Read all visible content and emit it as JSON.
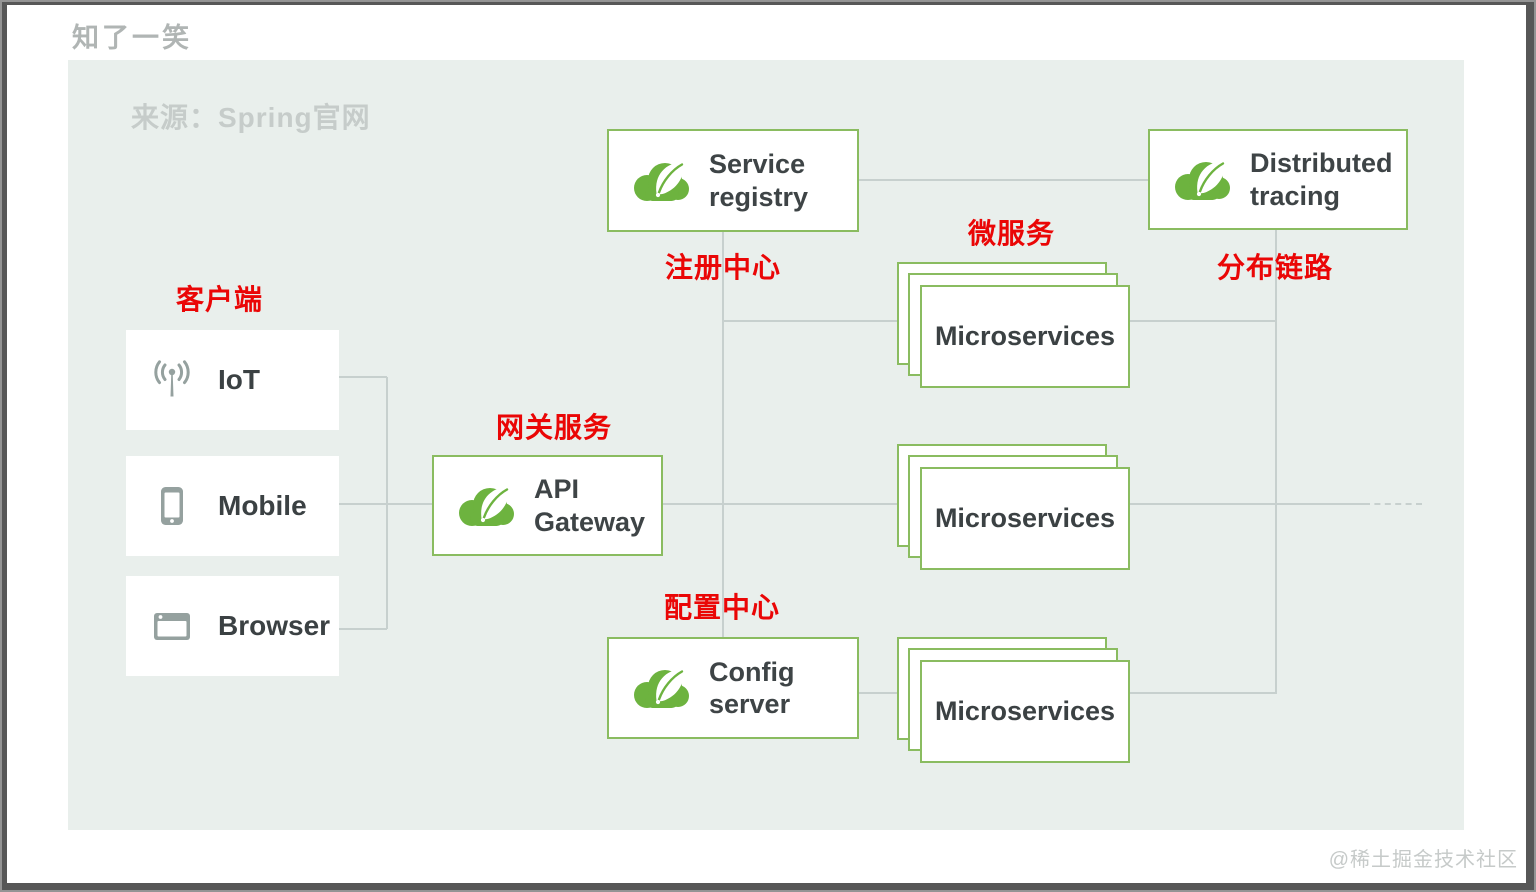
{
  "frame": {
    "top_watermark": "知了一笑",
    "source_caption": "来源：Spring官网",
    "bottom_watermark": "@稀土掘金技术社区"
  },
  "red_labels": {
    "client": "客户端",
    "gateway": "网关服务",
    "registry": "注册中心",
    "microservice": "微服务",
    "tracing": "分布链路",
    "config": "配置中心"
  },
  "clients": [
    {
      "label": "IoT",
      "icon": "iot-antenna-icon"
    },
    {
      "label": "Mobile",
      "icon": "mobile-phone-icon"
    },
    {
      "label": "Browser",
      "icon": "browser-window-icon"
    }
  ],
  "nodes": {
    "service_registry": {
      "line1": "Service",
      "line2": "registry",
      "icon": "spring-leaf-icon"
    },
    "distributed_tracing": {
      "line1": "Distributed",
      "line2": "tracing",
      "icon": "spring-leaf-icon"
    },
    "api_gateway": {
      "line1": "API",
      "line2": "Gateway",
      "icon": "spring-leaf-icon"
    },
    "config_server": {
      "line1": "Config",
      "line2": "server",
      "icon": "spring-leaf-icon"
    }
  },
  "stacks": [
    {
      "label": "Microservices"
    },
    {
      "label": "Microservices"
    },
    {
      "label": "Microservices"
    }
  ],
  "colors": {
    "spring_green": "#6db33f",
    "box_border_green": "#8abc60",
    "label_red": "#ea0606",
    "diagram_bg": "#e9efec",
    "connector_gray": "#c7d0ce",
    "text_dark": "#3e4446",
    "watermark_gray": "#b0b5b4"
  }
}
